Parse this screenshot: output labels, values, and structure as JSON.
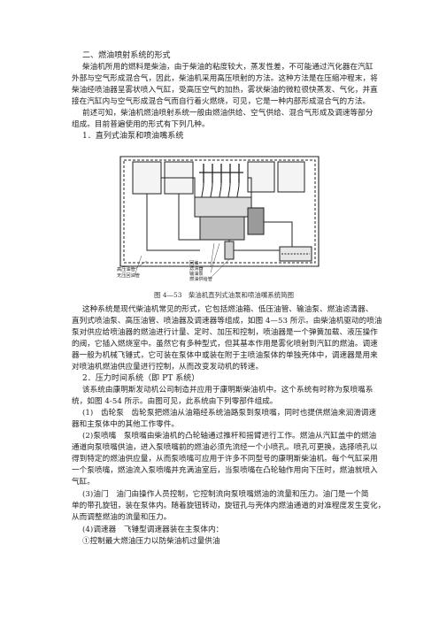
{
  "section_title": "二、燃油喷射系统的形式",
  "intro_paragraph": [
    "柴油机所用的燃料是柴油，由于柴油的粘度较大，蒸发性差，不可能通过汽化器在汽缸",
    "外部与空气形成混合气，因此，柴油机采用高压喷射的方法。这种方法是在压缩冲程末，将",
    "柴油经喷油器呈雾状喷入气缸，受高压空气的加热，雾状柴油的微粒很快蒸发、气化，并直",
    "接在汽缸内与空气形成混合气而自行着火燃烧，可见，它是一种内部形成混合气的方法。",
    "前述可知，柴油机燃油喷射系统一般由燃油供给、空气供给、混合气形成及调速等部分",
    "组成。目前普遍使用的形式有下列几种。"
  ],
  "item1_title": "1．直列式油泵和喷油嘴系统",
  "figure": {
    "label_left_1": "高压油管",
    "label_left_2": "无压回油管",
    "label_mid_1": "回油",
    "label_mid_2": "滤清器",
    "label_mid_3": "输油泵",
    "label_mid_4": "燃油供给管",
    "caption": "图 4—53　柴油机直列式油泵和喷油嘴系统简图"
  },
  "item1_paragraph": [
    "这种系统是现代柴油机常见的形式，它包括燃油箱、低压油管、输油泵、燃油滤清器、",
    "直列式喷油泵、高压油管、喷油器及调速器等组成，如图 4—53 所示。由柴油机驱动的喷油",
    "泵对供应给喷油器的燃油进行计量、定时、加压和控制，喷油器是一个弹簧加载、液压操作",
    "的阀，它插入燃烧室中。虽然它有多种型式，但其基本作用是雾化喷射到汽缸的燃油。调速",
    "器一般为机械飞锤式，它可装在泵体中或装在附于主喷油泵体的单独壳体中，调速器是用来",
    "对喷油机燃油供应量进行控制，从而改变发动机的转速。"
  ],
  "item2_title": "2．压力时间系统（即 PT 系统）",
  "item2_paragraph": [
    "该系统由康明斯发动机公司制造并应用于康明斯柴油机中。这个系统有时称为泵喷嘴系",
    "统，如图 4-54 所示。由图可见，此系统由下列零部件组成。"
  ],
  "p_gear_pump": [
    "(1)　齿轮泵　齿轮泵把燃油从油箱经系统油路泵到泵喷嘴，同时也提供燃油来润滑调速",
    "器和主泵体中的其他工作零件。"
  ],
  "p_injector": [
    "(2)泵喷嘴　泵喷嘴由柴油机的凸轮轴通过推杆和摇臂进行工作。燃油从汽缸盖中的燃油",
    "通道向泵喷嘴供油，进入泵喷嘴前的燃油必须先流经一个小喷孔。喷孔可更换，选择喷孔以",
    "得到特定的燃油供应量，从而泵喷嘴可应用于许多不同型号的康明斯柴油机。每个气缸采用",
    "一个泵喷嘴，燃油流入泵喷嘴并充满油室后，当泵喷嘴在凸轮轴作用向下压时，燃油就喷入",
    "气缸。"
  ],
  "p_throttle": [
    "(3)油门　油门由操作人员控制，它控制流向泵喷嘴燃油的流量和压力。油门是一个简",
    "单的带孔旋钮，装在泵体内。随着旋钮转动，旋钮孔与壳体内燃油通道的对准程度发生变化，",
    "从而调整燃油的流量和压力。"
  ],
  "p_governor_title": "(4)调速器　飞锤型调速器装在主泵体内：",
  "p_governor_item1": "①控制最大燃油压力以防柴油机过量供油"
}
